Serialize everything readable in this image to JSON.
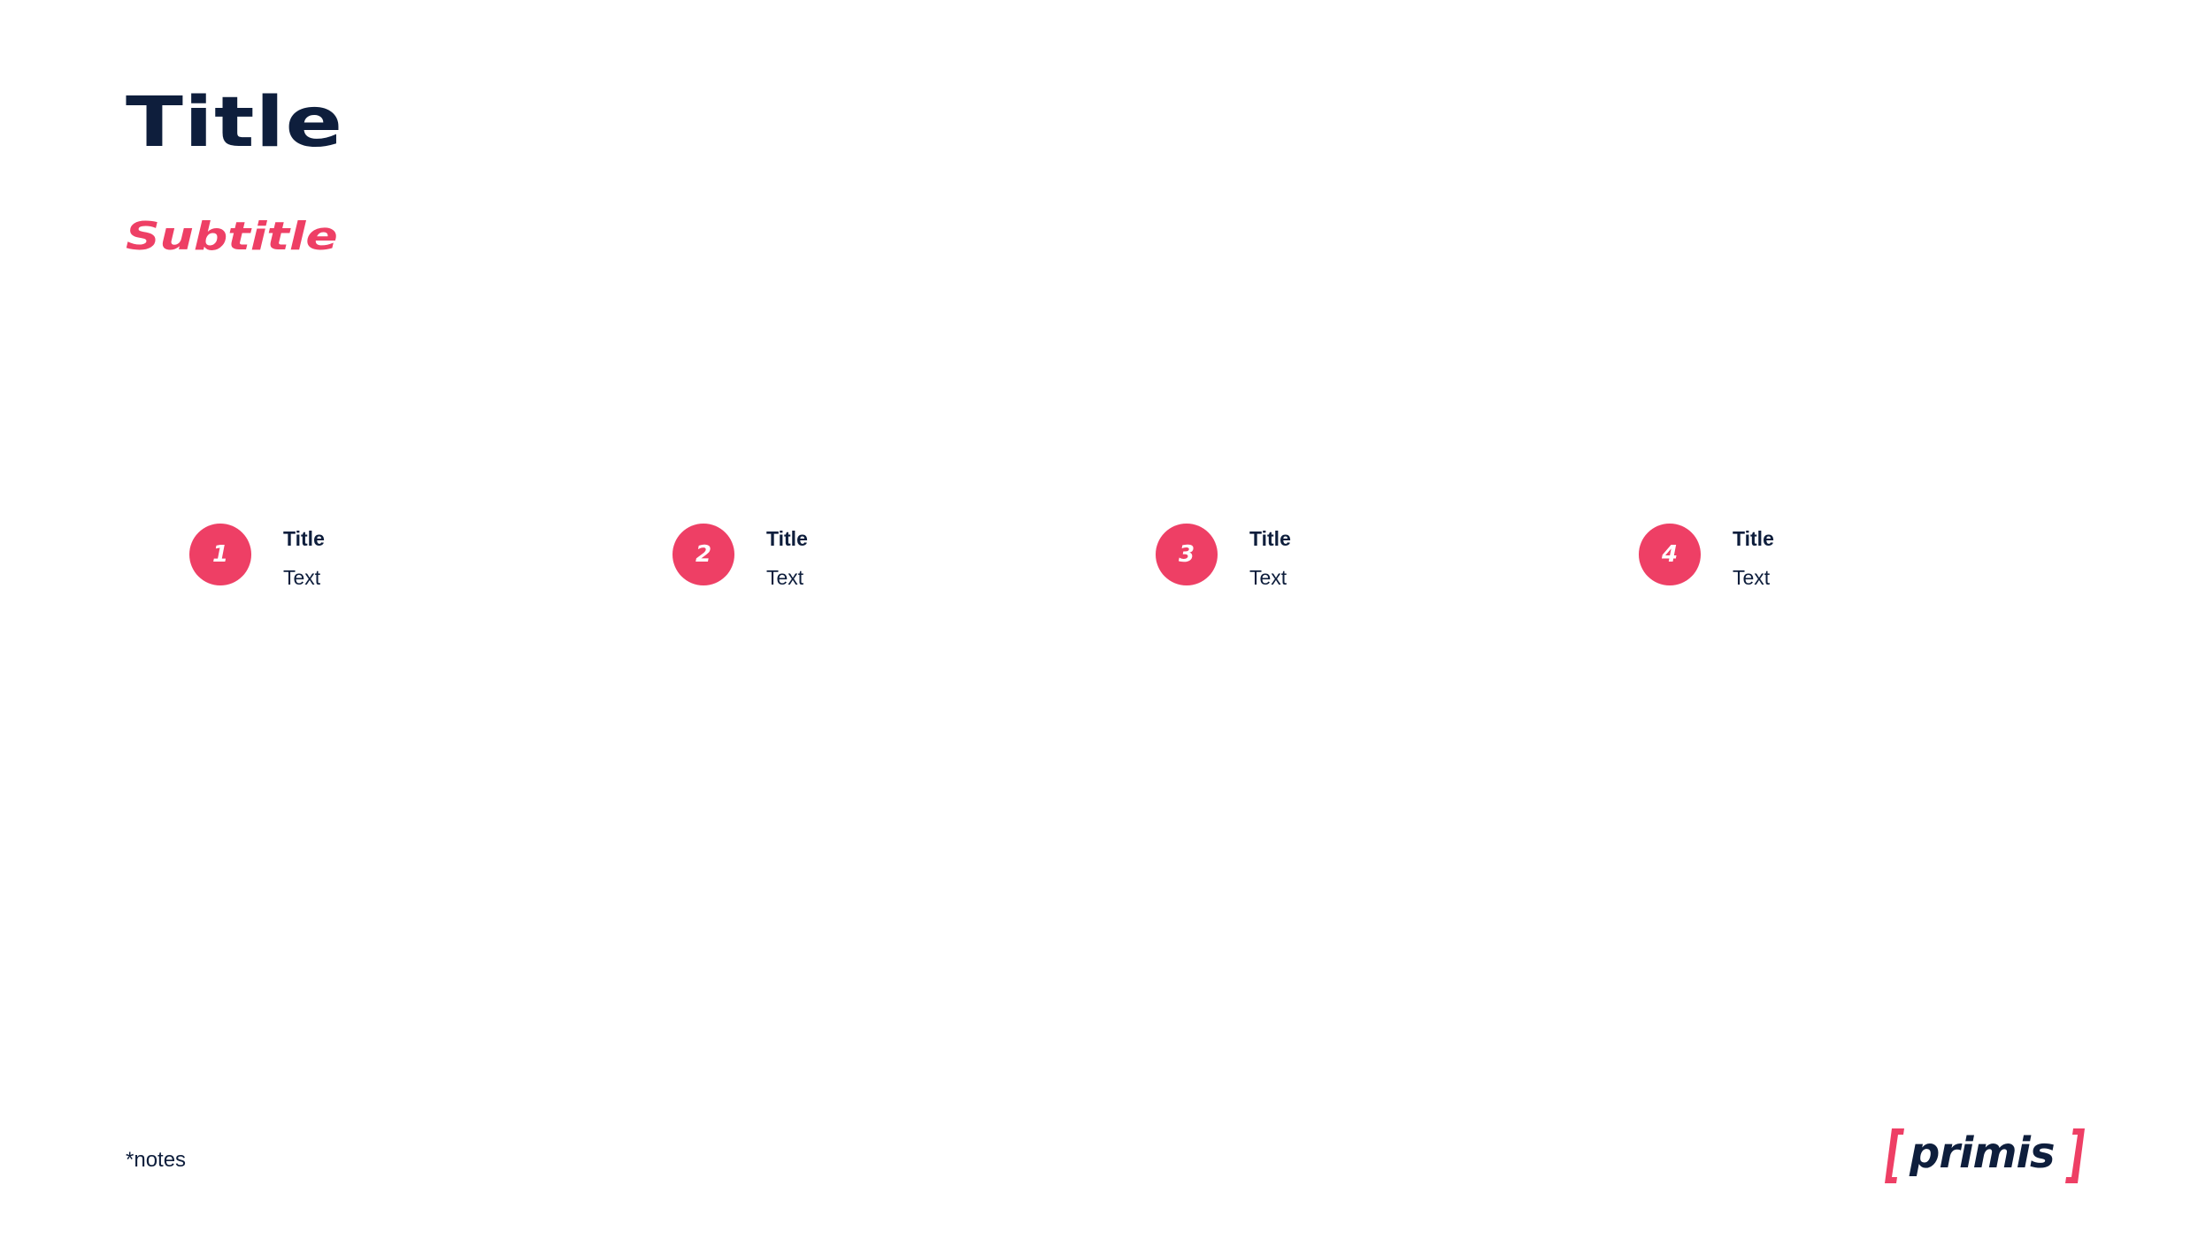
{
  "header": {
    "title": "Title",
    "subtitle": "Subtitle"
  },
  "steps": [
    {
      "number": "1",
      "title": "Title",
      "text": "Text"
    },
    {
      "number": "2",
      "title": "Title",
      "text": "Text"
    },
    {
      "number": "3",
      "title": "Title",
      "text": "Text"
    },
    {
      "number": "4",
      "title": "Title",
      "text": "Text"
    }
  ],
  "footer": {
    "notes": "*notes",
    "logo_text": "primis"
  },
  "colors": {
    "primary_text": "#0e1e3c",
    "accent": "#ee3f65",
    "background": "#ffffff"
  }
}
